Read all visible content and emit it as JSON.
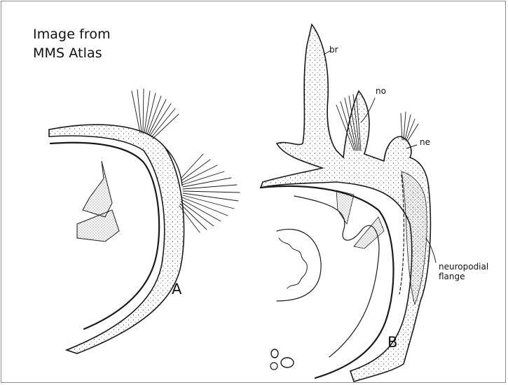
{
  "credit": {
    "line1": "Image from",
    "line2": "MMS Atlas"
  },
  "labels": {
    "panel_a": "A",
    "panel_b": "B",
    "br": "br",
    "no": "no",
    "ne": "ne",
    "flange_line1": "neuropodial",
    "flange_line2": "flange"
  },
  "colors": {
    "ink": "#1a1a1a",
    "frame": "#8c8c8c",
    "background": "#ffffff"
  }
}
